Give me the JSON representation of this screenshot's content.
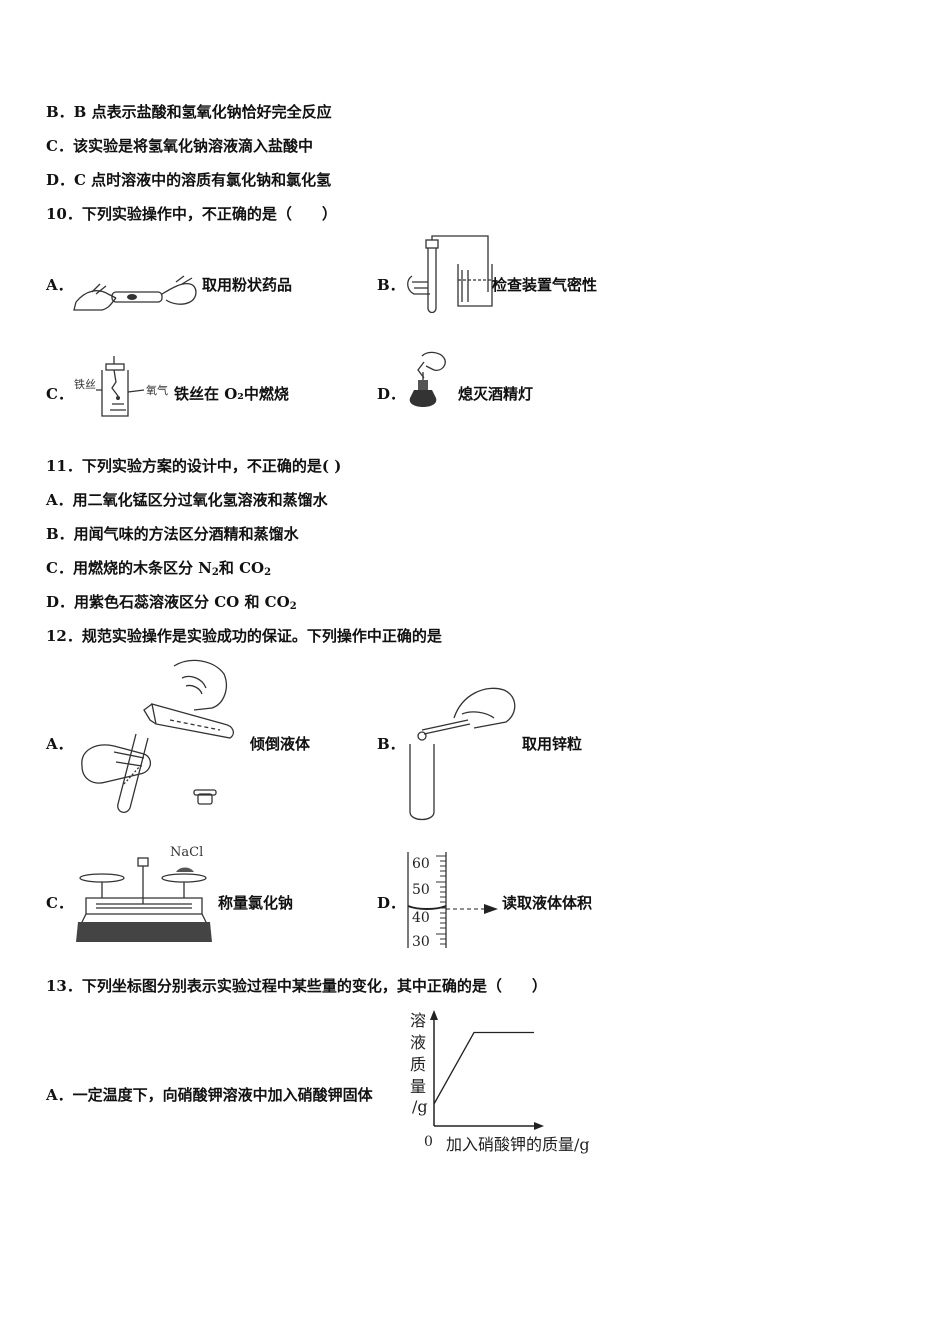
{
  "q9": {
    "b": "B．B 点表示盐酸和氢氧化钠恰好完全反应",
    "c": "C．该实验是将氢氧化钠溶液滴入盐酸中",
    "d": "D．C 点时溶液中的溶质有氯化钠和氯化氢"
  },
  "q10": {
    "stem": "10．下列实验操作中，不正确的是（　　）",
    "a_label": "A．",
    "a_caption": "取用粉状药品",
    "b_label": "B．",
    "b_caption": "检查装置气密性",
    "c_label": "C．",
    "c_caption": "铁丝在 O₂中燃烧",
    "c_img_iron": "铁丝",
    "c_img_oxygen": "氧气",
    "d_label": "D．",
    "d_caption": "熄灭酒精灯"
  },
  "q11": {
    "stem": "11．下列实验方案的设计中，不正确的是( )",
    "a": "A．用二氧化锰区分过氧化氢溶液和蒸馏水",
    "b": "B．用闻气味的方法区分酒精和蒸馏水",
    "c_pre": "C．用燃烧的木条区分 N",
    "c_sub1": "2",
    "c_mid": "和 CO",
    "c_sub2": "2",
    "d_pre": "D．用紫色石蕊溶液区分 CO 和 CO",
    "d_sub": "2"
  },
  "q12": {
    "stem": "12．规范实验操作是实验成功的保证。下列操作中正确的是",
    "a_label": "A．",
    "a_caption": "倾倒液体",
    "b_label": "B．",
    "b_caption": "取用锌粒",
    "c_label": "C．",
    "c_caption": "称量氯化钠",
    "c_img_label": "NaCl",
    "d_label": "D．",
    "d_caption": "读取液体体积",
    "d_ticks": [
      "60",
      "50",
      "40",
      "30"
    ]
  },
  "q13": {
    "stem": "13．下列坐标图分别表示实验过程中某些量的变化，其中正确的是（　　）",
    "a": "A．一定温度下，向硝酸钾溶液中加入硝酸钾固体",
    "chart": {
      "ylabel_chars": [
        "溶",
        "液",
        "质",
        "量",
        "/g"
      ],
      "xlabel": "加入硝酸钾的质量/g",
      "origin": "0"
    }
  },
  "chart_data": {
    "type": "line",
    "title": "",
    "xlabel": "加入硝酸钾的质量/g",
    "ylabel": "溶液质量/g",
    "series": [
      {
        "x": [
          0,
          0.4,
          1.0
        ],
        "y": [
          0.2,
          0.85,
          0.85
        ]
      }
    ],
    "xlim": [
      0,
      1.0
    ],
    "ylim": [
      0,
      1.0
    ],
    "grid": false
  }
}
